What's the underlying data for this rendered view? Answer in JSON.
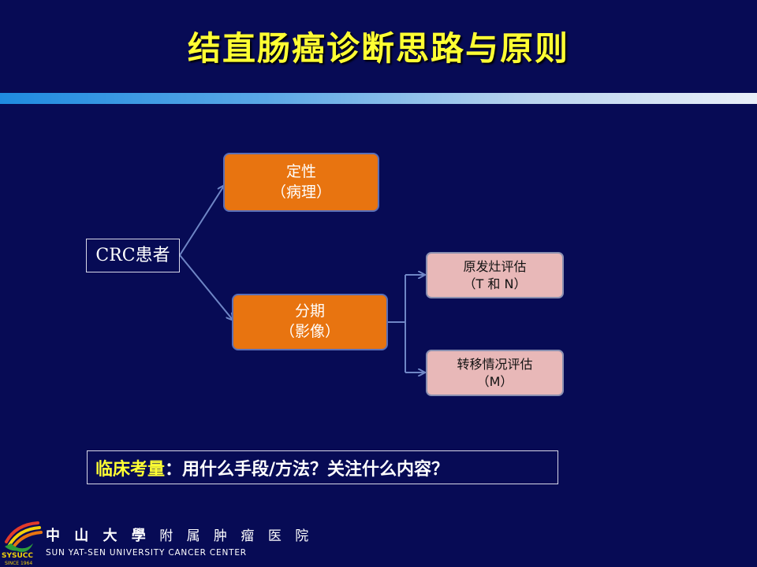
{
  "slide": {
    "title": "结直肠癌诊断思路与原则"
  },
  "diagram": {
    "root": "CRC患者",
    "qualitative": {
      "line1": "定性",
      "line2": "（病理）"
    },
    "staging": {
      "line1": "分期",
      "line2": "（影像）"
    },
    "primary": {
      "line1": "原发灶评估",
      "line2": "（T 和 N）"
    },
    "metastasis": {
      "line1": "转移情况评估",
      "line2": "（M）"
    }
  },
  "clinical": {
    "highlight": "临床考量",
    "rest": "：用什么手段/方法？关注什么内容？"
  },
  "footer": {
    "cn_bold": "中 山 大 學",
    "cn_rest": "附 属 肿 瘤 医 院",
    "en": "SUN YAT-SEN UNIVERSITY CANCER  CENTER",
    "logo_text": "SYSUCC",
    "logo_since": "SINCE 1964"
  },
  "colors": {
    "background": "#070b55",
    "title": "#ffff33",
    "orange_box": "#e87410",
    "pink_box": "#e8b8b8",
    "connector": "#6f86c6",
    "logo_yellow": "#f2d10a",
    "logo_green": "#2e9d3a",
    "logo_red": "#e23a2a"
  },
  "icons": {
    "logo": "sysucc-logo-icon"
  }
}
